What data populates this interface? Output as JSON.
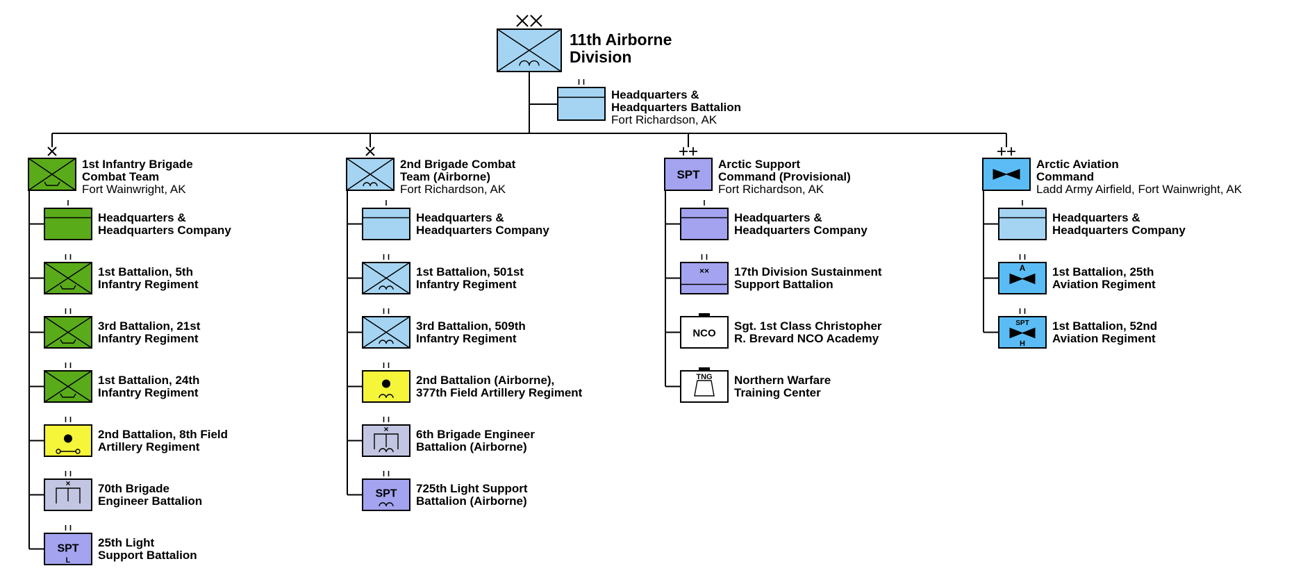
{
  "colors": {
    "infantry_green": "#5aab1a",
    "airborne_blue": "#a5d4f2",
    "support_purple": "#a3a3ef",
    "artillery_yellow": "#f5f53a",
    "engineer_gray": "#c3c6e2",
    "aviation_blue": "#5bbcf5",
    "white": "#ffffff",
    "line": "#000000"
  },
  "division": {
    "echelon": "××",
    "name_line1": "11th Airborne",
    "name_line2": "Division",
    "icon": "airborne-infantry-icon"
  },
  "hq_battalion": {
    "echelon": "II",
    "name_line1": "Headquarters &",
    "name_line2": "Headquarters Battalion",
    "location": "Fort Richardson, AK",
    "icon": "headquarters-icon"
  },
  "columns": [
    {
      "id": "1ibct",
      "echelon": "×",
      "color": "#5aab1a",
      "icon": "arctic-infantry-icon",
      "name_line1": "1st Infantry Brigade",
      "name_line2": "Combat Team",
      "location": "Fort Wainwright, AK",
      "units": [
        {
          "echelon": "I",
          "color": "#5aab1a",
          "icon": "headquarters-icon",
          "name_line1": "Headquarters &",
          "name_line2": "Headquarters Company"
        },
        {
          "echelon": "II",
          "color": "#5aab1a",
          "icon": "arctic-infantry-icon",
          "name_line1": "1st Battalion, 5th",
          "name_line2": "Infantry Regiment"
        },
        {
          "echelon": "II",
          "color": "#5aab1a",
          "icon": "arctic-infantry-icon",
          "name_line1": "3rd Battalion, 21st",
          "name_line2": "Infantry Regiment"
        },
        {
          "echelon": "II",
          "color": "#5aab1a",
          "icon": "arctic-infantry-icon",
          "name_line1": "1st Battalion, 24th",
          "name_line2": "Infantry Regiment"
        },
        {
          "echelon": "II",
          "color": "#f5f53a",
          "icon": "towed-artillery-icon",
          "name_line1": "2nd Battalion, 8th Field",
          "name_line2": "Artillery Regiment"
        },
        {
          "echelon": "II",
          "color": "#c3c6e2",
          "icon": "brigade-engineer-icon",
          "name_line1": "70th Brigade",
          "name_line2": "Engineer Battalion"
        },
        {
          "echelon": "II",
          "color": "#a3a3ef",
          "icon": "light-support-icon",
          "text": "SPT",
          "sub": "L",
          "name_line1": "25th Light",
          "name_line2": "Support Battalion"
        }
      ]
    },
    {
      "id": "2bct",
      "echelon": "×",
      "color": "#a5d4f2",
      "icon": "airborne-infantry-icon",
      "name_line1": "2nd Brigade Combat",
      "name_line2": "Team (Airborne)",
      "location": "Fort Richardson, AK",
      "units": [
        {
          "echelon": "I",
          "color": "#a5d4f2",
          "icon": "headquarters-icon",
          "name_line1": "Headquarters &",
          "name_line2": "Headquarters Company"
        },
        {
          "echelon": "II",
          "color": "#a5d4f2",
          "icon": "airborne-infantry-icon",
          "name_line1": "1st Battalion, 501st",
          "name_line2": "Infantry Regiment"
        },
        {
          "echelon": "II",
          "color": "#a5d4f2",
          "icon": "airborne-infantry-icon",
          "name_line1": "3rd Battalion, 509th",
          "name_line2": "Infantry Regiment"
        },
        {
          "echelon": "II",
          "color": "#f5f53a",
          "icon": "airborne-artillery-icon",
          "name_line1": "2nd Battalion (Airborne),",
          "name_line2": "377th Field Artillery Regiment"
        },
        {
          "echelon": "II",
          "color": "#c3c6e2",
          "icon": "airborne-engineer-icon",
          "name_line1": "6th Brigade Engineer",
          "name_line2": "Battalion (Airborne)"
        },
        {
          "echelon": "II",
          "color": "#a3a3ef",
          "icon": "airborne-support-icon",
          "text": "SPT",
          "name_line1": "725th Light Support",
          "name_line2": "Battalion (Airborne)"
        }
      ]
    },
    {
      "id": "asc",
      "echelon": "++",
      "color": "#a3a3ef",
      "icon": "support-icon",
      "text": "SPT",
      "name_line1": "Arctic Support",
      "name_line2": "Command (Provisional)",
      "location": "Fort Richardson, AK",
      "units": [
        {
          "echelon": "I",
          "color": "#a3a3ef",
          "icon": "headquarters-icon",
          "name_line1": "Headquarters &",
          "name_line2": "Headquarters Company"
        },
        {
          "echelon": "II",
          "color": "#a3a3ef",
          "icon": "division-sustainment-icon",
          "text": "××",
          "name_line1": "17th Division Sustainment",
          "name_line2": "Support Battalion"
        },
        {
          "echelon": "",
          "color": "#ffffff",
          "icon": "nco-academy-icon",
          "text": "NCO",
          "flag": true,
          "name_line1": "Sgt. 1st Class Christopher",
          "name_line2": "R. Brevard NCO Academy"
        },
        {
          "echelon": "",
          "color": "#ffffff",
          "icon": "training-center-icon",
          "text": "TNG",
          "flag": true,
          "name_line1": "Northern Warfare",
          "name_line2": "Training Center"
        }
      ]
    },
    {
      "id": "aac",
      "echelon": "++",
      "color": "#5bbcf5",
      "icon": "aviation-icon",
      "name_line1": "Arctic Aviation",
      "name_line2": "Command",
      "location": "Ladd Army Airfield, Fort Wainwright, AK",
      "units": [
        {
          "echelon": "I",
          "color": "#a5d4f2",
          "icon": "headquarters-icon",
          "name_line1": "Headquarters &",
          "name_line2": "Headquarters Company"
        },
        {
          "echelon": "II",
          "color": "#5bbcf5",
          "icon": "attack-aviation-icon",
          "top": "A",
          "name_line1": "1st Battalion, 25th",
          "name_line2": "Aviation Regiment"
        },
        {
          "echelon": "II",
          "color": "#5bbcf5",
          "icon": "support-aviation-icon",
          "top": "SPT",
          "bottom": "H",
          "name_line1": "1st Battalion, 52nd",
          "name_line2": "Aviation Regiment"
        }
      ]
    }
  ]
}
